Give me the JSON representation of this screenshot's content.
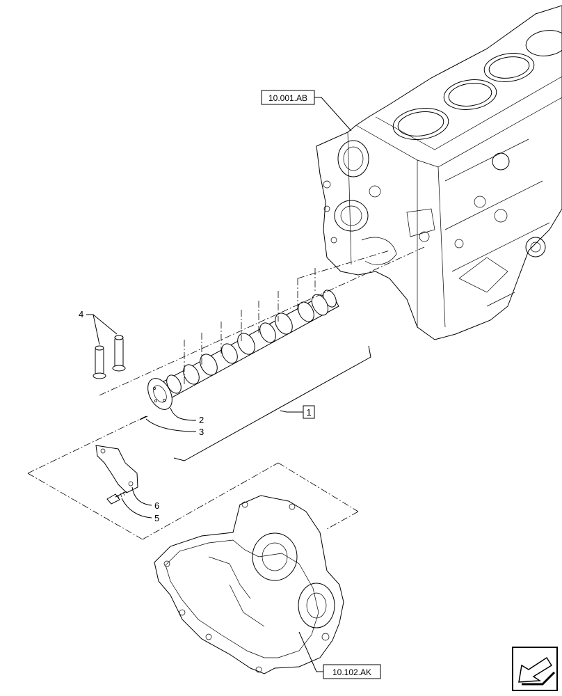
{
  "references": {
    "engine_block": "10.001.AB",
    "timing_cover": "10.102.AK",
    "assembly": "1"
  },
  "callouts": [
    {
      "id": "2",
      "text": "2"
    },
    {
      "id": "3",
      "text": "3"
    },
    {
      "id": "4",
      "text": "4"
    },
    {
      "id": "5",
      "text": "5"
    },
    {
      "id": "6",
      "text": "6"
    }
  ],
  "icons": {
    "navigation": "arrow-icon"
  }
}
